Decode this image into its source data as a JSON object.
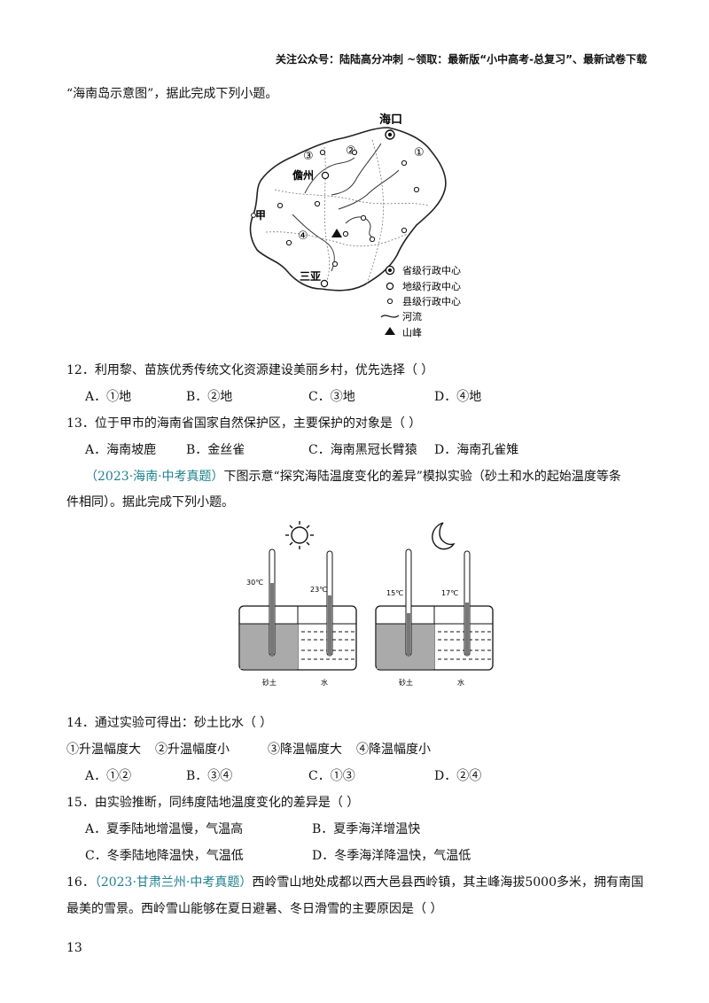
{
  "header": {
    "text": "关注公众号：陆陆高分冲刺 ~领取：最新版“小中高考-总复习”、最新试卷下载"
  },
  "intro": "“海南岛示意图”，据此完成下列小题。",
  "map": {
    "labels": {
      "haikou": "海口",
      "danzhou": "儋州",
      "jia": "甲",
      "sanya": "三亚",
      "m1": "①",
      "m2": "②",
      "m3": "③",
      "m4": "④"
    },
    "legend": [
      "省级行政中心",
      "地级行政中心",
      "县级行政中心",
      "河流",
      "山峰"
    ]
  },
  "q12": {
    "stem": "12．利用黎、苗族优秀传统文化资源建设美丽乡村，优先选择（    ）",
    "options": [
      "A．①地",
      "B．②地",
      "C．③地",
      "D．④地"
    ]
  },
  "q13": {
    "stem": "13．位于甲市的海南省国家自然保护区，主要保护的对象是（    ）",
    "options": [
      "A．海南坡鹿",
      "B．金丝雀",
      "C．海南黑冠长臂猿",
      "D．海南孔雀雉"
    ]
  },
  "passage2": {
    "source": "（2023·海南·中考真题）",
    "line1": "下图示意“探究海陆温度变化的差异”模拟实验（砂土和水的起始温度等条",
    "line2": "件相同）。据此完成下列小题。"
  },
  "experiment": {
    "day": {
      "sand_temp": "30℃",
      "water_temp": "23℃",
      "sand_label": "砂土",
      "water_label": "水"
    },
    "night": {
      "sand_temp": "15℃",
      "water_temp": "17℃",
      "sand_label": "砂土",
      "water_label": "水"
    }
  },
  "q14": {
    "stem": "14．通过实验可得出：砂土比水（    ）",
    "choices": [
      "①升温幅度大",
      "②升温幅度小",
      "③降温幅度大",
      "④降温幅度小"
    ],
    "options": [
      "A．①②",
      "B．③④",
      "C．①③",
      "D．②④"
    ]
  },
  "q15": {
    "stem": "15．由实验推断，同纬度陆地温度变化的差异是（    ）",
    "options": [
      "A．夏季陆地增温慢，气温高",
      "B．夏季海洋增温快",
      "C．冬季陆地降温快，气温低",
      "D．冬季海洋降温快，气温低"
    ]
  },
  "q16": {
    "num": "16．",
    "source": "（2023·甘肃兰州·中考真题）",
    "line1": "西岭雪山地处成都以西大邑县西岭镇，其主峰海拔5000多米，拥有南国",
    "line2": "最美的雪景。西岭雪山能够在夏日避暑、冬日滑雪的主要原因是（    ）"
  },
  "page_number": "13"
}
